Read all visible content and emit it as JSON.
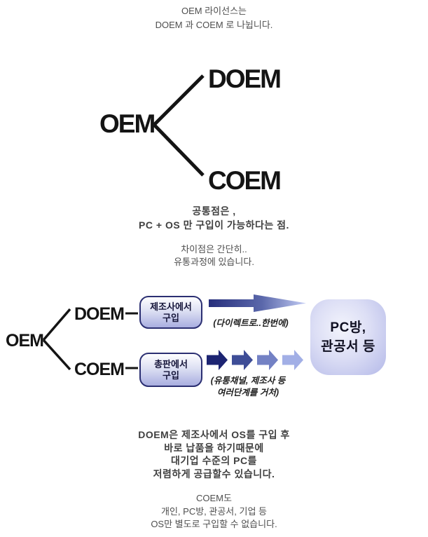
{
  "intro": {
    "line1": "OEM 라이선스는",
    "line2": "DOEM 과 COEM 로 나뉩니다."
  },
  "tree": {
    "root": "OEM",
    "top_branch": "DOEM",
    "bottom_branch": "COEM"
  },
  "common_points": {
    "bold_line1": "공통점은 ,",
    "bold_line2": "PC + OS 만 구입이 가능하다는 점.",
    "normal_line1": "차이점은 간단히..",
    "normal_line2": "유통과정에 있습니다."
  },
  "flow": {
    "root": "OEM",
    "doem_label": "DOEM",
    "doem_box_line1": "제조사에서",
    "doem_box_line2": "구입",
    "doem_caption": "(다이렉트로..한번에)",
    "coem_label": "COEM",
    "coem_box_line1": "총판에서",
    "coem_box_line2": "구입",
    "coem_caption_line1": "(유통채널, 제조사 등",
    "coem_caption_line2": "여러단계를 거처)",
    "target_line1": "PC방,",
    "target_line2": "관공서 등"
  },
  "doem_desc": {
    "line1": "DOEM은 제조사에서 OS를 구입 후",
    "line2": "바로 납품을 하기때문에",
    "line3": "대기업 수준의 PC를",
    "line4": "저렴하게 공급할수 있습니다."
  },
  "coem_desc": {
    "line1": "COEM도",
    "line2": "개인, PC방, 관공서, 기업 등",
    "line3": "OS만 별도로 구입할 수 없습니다."
  },
  "colors": {
    "branch_line": "#141414",
    "box_border": "#2b2f72",
    "box_fill_bottom": "#a9aee0",
    "target_fill_edge": "#b4b9e8",
    "direct_arrow_dark": "#272f7c",
    "direct_arrow_light": "#c3ccf4",
    "step_arrow_1": "#1c2472",
    "step_arrow_2": "#3e4d97",
    "step_arrow_3": "#7381c4",
    "step_arrow_4": "#a2afe6"
  }
}
